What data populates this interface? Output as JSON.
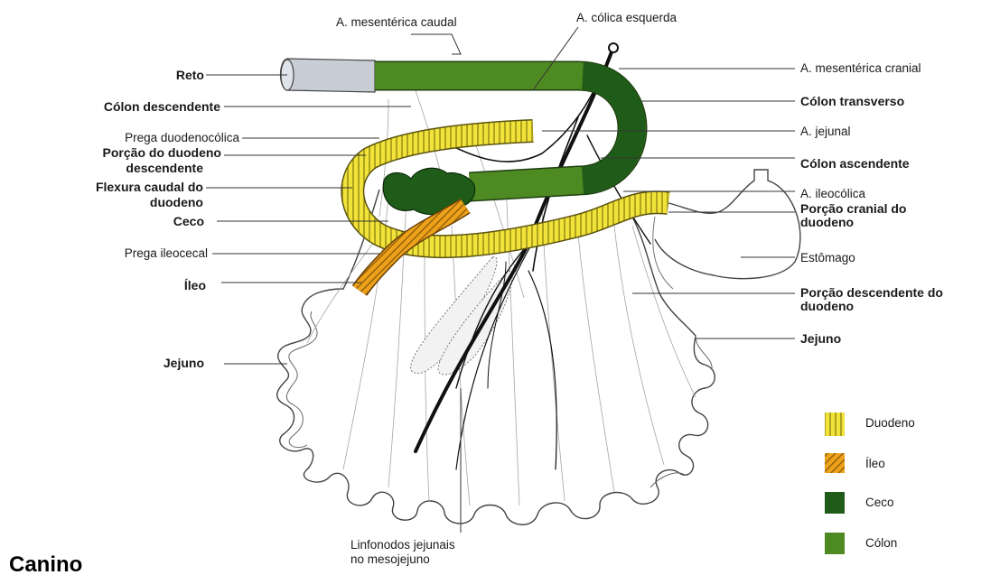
{
  "title": "Canino",
  "colors": {
    "duodeno": "#f1e33a",
    "duodeno_stripe": "#8a7f10",
    "ileo": "#eea21a",
    "ileo_stripe": "#8a5a0a",
    "ceco": "#1f5c1a",
    "colon": "#4e8a22",
    "reto_grey": "#c8cdd6",
    "mesentery_line": "#9a9a9a"
  },
  "labels_left": {
    "reto": "Reto",
    "colon_descendente": "Cólon descendente",
    "prega_duodenocolica": "Prega duodenocólica",
    "porcao_duodeno_descendente_1": "Porção do duodeno",
    "porcao_duodeno_descendente_2": "descendente",
    "flexura_caudal_1": "Flexura caudal do",
    "flexura_caudal_2": "duodeno",
    "ceco": "Ceco",
    "prega_ileocecal": "Prega ileocecal",
    "ileo": "Íleo",
    "jejuno": "Jejuno"
  },
  "labels_top": {
    "a_mesenterica_caudal": "A. mesentérica caudal",
    "a_colica_esquerda": "A. cólica esquerda"
  },
  "labels_right": {
    "a_mesenterica_cranial": "A. mesentérica cranial",
    "colon_transverso": "Cólon transverso",
    "a_jejunal": "A. jejunal",
    "colon_ascendente": "Cólon ascendente",
    "a_ileocolica": "A. ileocólica",
    "porcao_cranial_1": "Porção cranial do",
    "porcao_cranial_2": "duodeno",
    "estomago": "Estômago",
    "porcao_descendente_1": "Porção descendente do",
    "porcao_descendente_2": "duodeno",
    "jejuno": "Jejuno"
  },
  "labels_bottom": {
    "linfonodos_1": "Linfonodos jejunais",
    "linfonodos_2": "no mesojejuno"
  },
  "legend": [
    {
      "key": "duodeno",
      "label": "Duodeno",
      "icon": "vertical-stripes-swatch"
    },
    {
      "key": "ileo",
      "label": "Íleo",
      "icon": "diagonal-stripes-swatch"
    },
    {
      "key": "ceco",
      "label": "Ceco",
      "icon": "solid-swatch"
    },
    {
      "key": "colon",
      "label": "Cólon",
      "icon": "solid-swatch"
    }
  ]
}
